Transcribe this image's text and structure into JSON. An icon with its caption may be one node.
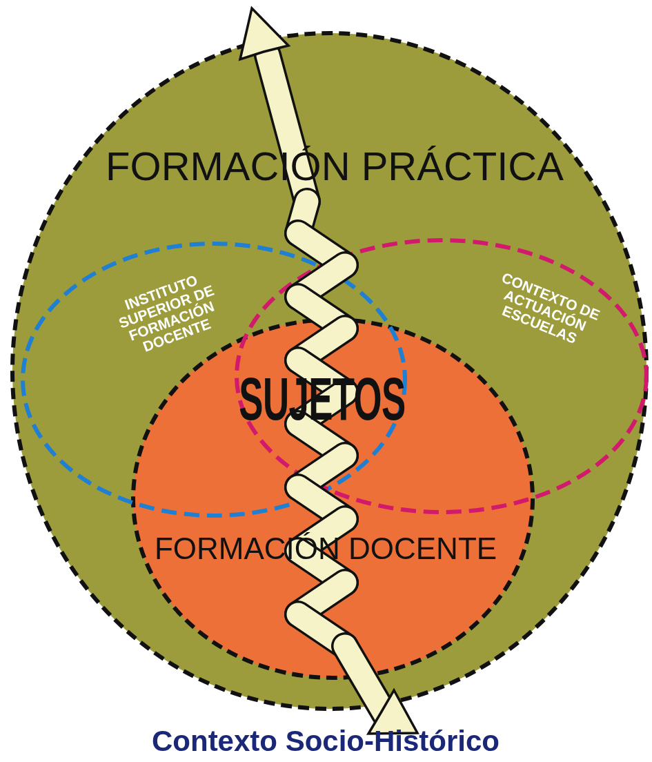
{
  "diagram": {
    "caption": "Contexto Socio-Histórico",
    "nodes": [
      {
        "text": [
          "FORMACIÓN PRÁCTICA"
        ]
      },
      {
        "text": [
          "INSTITUTO SUPERIOR DE FORMACIÓN DOCENTE"
        ],
        "in": 0
      },
      {
        "text": [
          "CONTEXTO DE ACTUACIÓN ESCUELAS"
        ],
        "in": 0
      },
      {
        "text": [
          "FORMACIÓN DOCENTE"
        ],
        "in": 0
      }
    ],
    "labels": [
      "SUJETOS"
    ]
  }
}
